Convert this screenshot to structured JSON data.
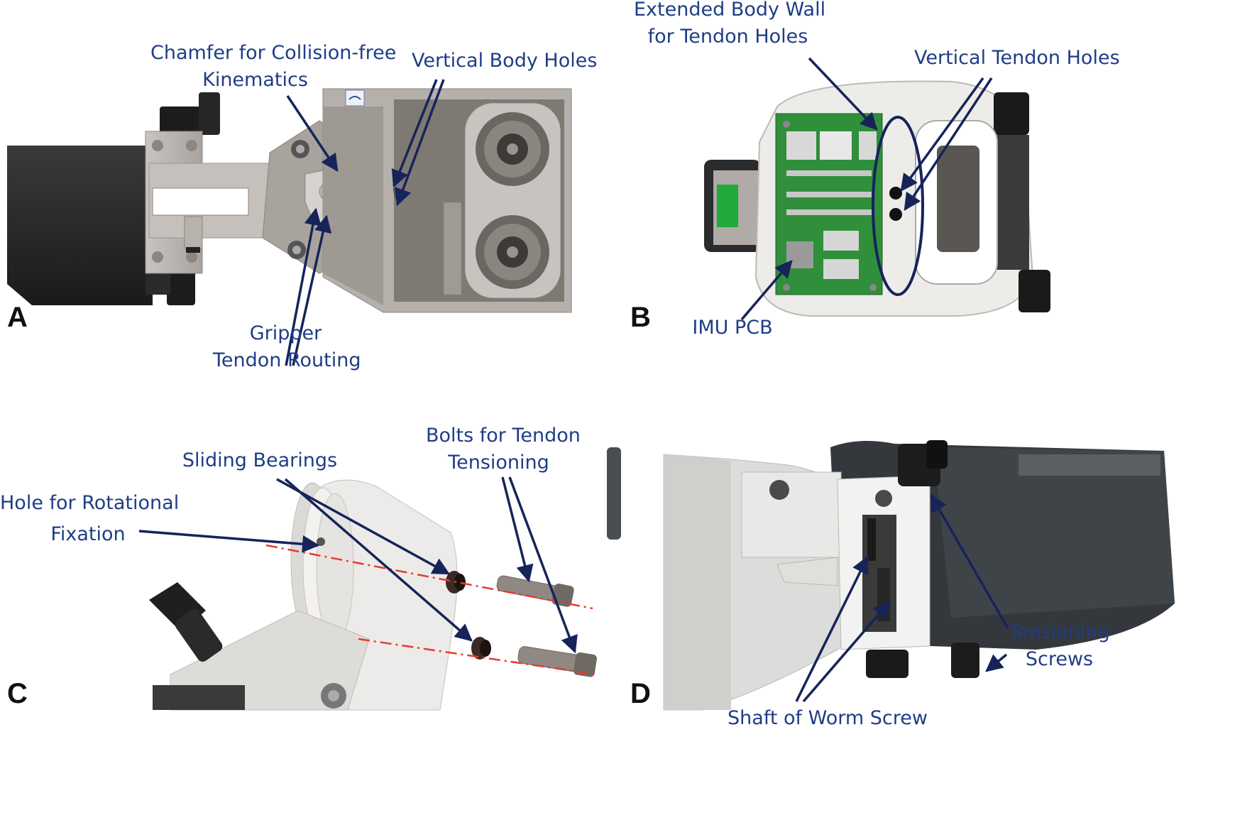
{
  "colors": {
    "callout_text": "#1f3d86",
    "arrow": "#16245a",
    "axis_line": "#e63a2e",
    "panel_letter": "#111111"
  },
  "panels": {
    "A": {
      "letter": "A",
      "callouts": {
        "chamfer": [
          "Chamfer for Collision-free",
          "Kinematics"
        ],
        "vertical_body_holes": [
          "Vertical Body Holes"
        ],
        "gripper_tendon": [
          "Gripper",
          "Tendon Routing"
        ]
      }
    },
    "B": {
      "letter": "B",
      "callouts": {
        "extended_body_wall": [
          "Extended Body Wall",
          "for Tendon Holes"
        ],
        "vertical_tendon_holes": [
          "Vertical Tendon Holes"
        ],
        "imu_pcb": [
          "IMU PCB"
        ]
      }
    },
    "C": {
      "letter": "C",
      "callouts": {
        "sliding_bearings": [
          "Sliding Bearings"
        ],
        "bolts": [
          "Bolts for Tendon",
          "Tensioning"
        ],
        "hole_rotational": [
          "Hole for Rotational",
          "Fixation"
        ]
      }
    },
    "D": {
      "letter": "D",
      "callouts": {
        "tensioning_screws": [
          "Tensioning",
          "Screws"
        ],
        "shaft_worm": [
          "Shaft of Worm Screw"
        ]
      }
    }
  }
}
